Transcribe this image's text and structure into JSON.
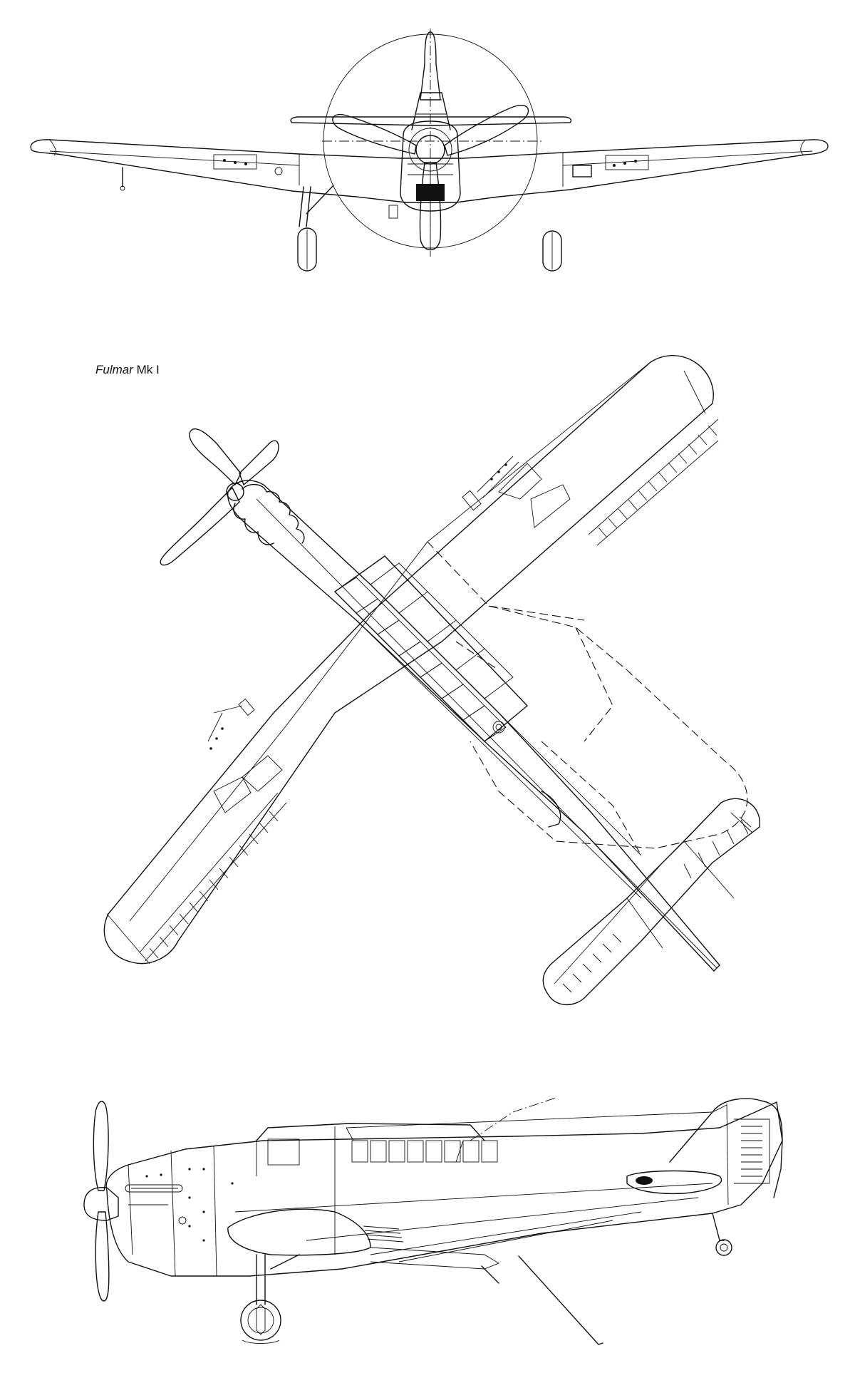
{
  "drawing": {
    "caption_name": "Fulmar",
    "caption_mark": "Mk I"
  },
  "views": [
    "front-view",
    "plan-view",
    "side-view"
  ]
}
